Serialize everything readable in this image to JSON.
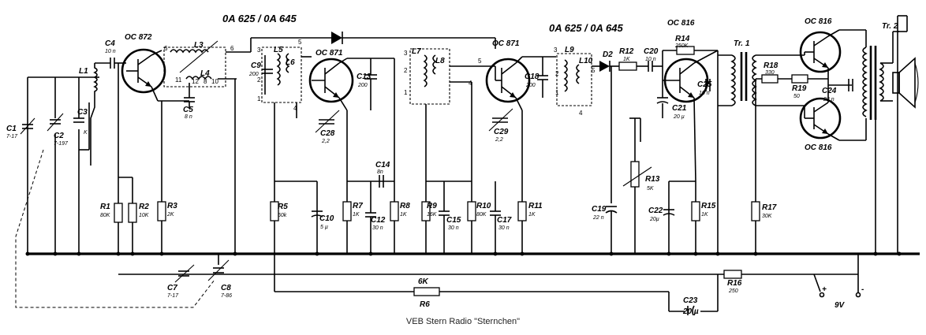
{
  "caption": "VEB Stern Radio \"Sternchen\"",
  "headers": {
    "diodes1": "0A 625  /  0A 645",
    "diodes2": "0A 625  /  0A 645"
  },
  "transistors": {
    "t1": "OC 872",
    "t2": "OC 871",
    "t3": "OC 871",
    "t4": "OC 816",
    "t5": "OC 816",
    "t6": "OC 816"
  },
  "resistors": {
    "r1": {
      "name": "R1",
      "value": "80K"
    },
    "r2": {
      "name": "R2",
      "value": "10K"
    },
    "r3": {
      "name": "R3",
      "value": "2K"
    },
    "r5": {
      "name": "R5",
      "value": "60k"
    },
    "r6": {
      "name": "R6",
      "value": "6K"
    },
    "r7": {
      "name": "R7",
      "value": "1K"
    },
    "r8": {
      "name": "R8",
      "value": "1K"
    },
    "r9": {
      "name": "R9",
      "value": "16K"
    },
    "r10": {
      "name": "R10",
      "value": "80K"
    },
    "r11": {
      "name": "R11",
      "value": "1K"
    },
    "r12": {
      "name": "R12",
      "value": "1K"
    },
    "r13": {
      "name": "R13",
      "value": "5K"
    },
    "r14": {
      "name": "R14",
      "value": "250K"
    },
    "r15": {
      "name": "R15",
      "value": "1K"
    },
    "r16": {
      "name": "R16",
      "value": "250"
    },
    "r17": {
      "name": "R17",
      "value": "30K"
    },
    "r18": {
      "name": "R18",
      "value": "330"
    },
    "r19": {
      "name": "R19",
      "value": "50"
    }
  },
  "capacitors": {
    "c1": {
      "name": "C1",
      "value": "7-17"
    },
    "c2": {
      "name": "C2",
      "value": "7-197"
    },
    "c3": {
      "name": "C3",
      "value": "K"
    },
    "c4": {
      "name": "C4",
      "value": "10 n"
    },
    "c5": {
      "name": "C5",
      "value": "8 n"
    },
    "c7": {
      "name": "C7",
      "value": "7-17"
    },
    "c8": {
      "name": "C8",
      "value": "7-86"
    },
    "c9": {
      "name": "C9",
      "value": "200"
    },
    "c10": {
      "name": "C10",
      "value": "5 µ"
    },
    "c12": {
      "name": "C12",
      "value": "30 n"
    },
    "c13": {
      "name": "C13",
      "value": "200"
    },
    "c14": {
      "name": "C14",
      "value": "8n"
    },
    "c15": {
      "name": "C15",
      "value": "30 n"
    },
    "c17": {
      "name": "C17",
      "value": "30 n"
    },
    "c18": {
      "name": "C18",
      "value": "200"
    },
    "c19": {
      "name": "C19",
      "value": "22 n"
    },
    "c20": {
      "name": "C20",
      "value": "10 n"
    },
    "c21": {
      "name": "C21",
      "value": "20 µ"
    },
    "c22": {
      "name": "C22",
      "value": "20µ"
    },
    "c23": {
      "name": "C23",
      "value": "20 µ"
    },
    "c24": {
      "name": "C24",
      "value": "22 n"
    },
    "c25": {
      "name": "C25",
      "value": "10 n"
    },
    "c28": {
      "name": "C28",
      "value": "2,2"
    },
    "c29": {
      "name": "C29",
      "value": "2,2"
    }
  },
  "inductors": {
    "l1": "L1",
    "l3": "L3",
    "l4": "L4",
    "l5": "L5",
    "l6": "L6",
    "l7": "L7",
    "l8": "L8",
    "l9": "L9",
    "l10": "L10"
  },
  "diodes": {
    "d2": "D2"
  },
  "transformers": {
    "tr1": "Tr. 1",
    "tr2": "Tr. 2"
  },
  "battery": {
    "voltage": "9V",
    "plus": "+",
    "minus": "-"
  }
}
